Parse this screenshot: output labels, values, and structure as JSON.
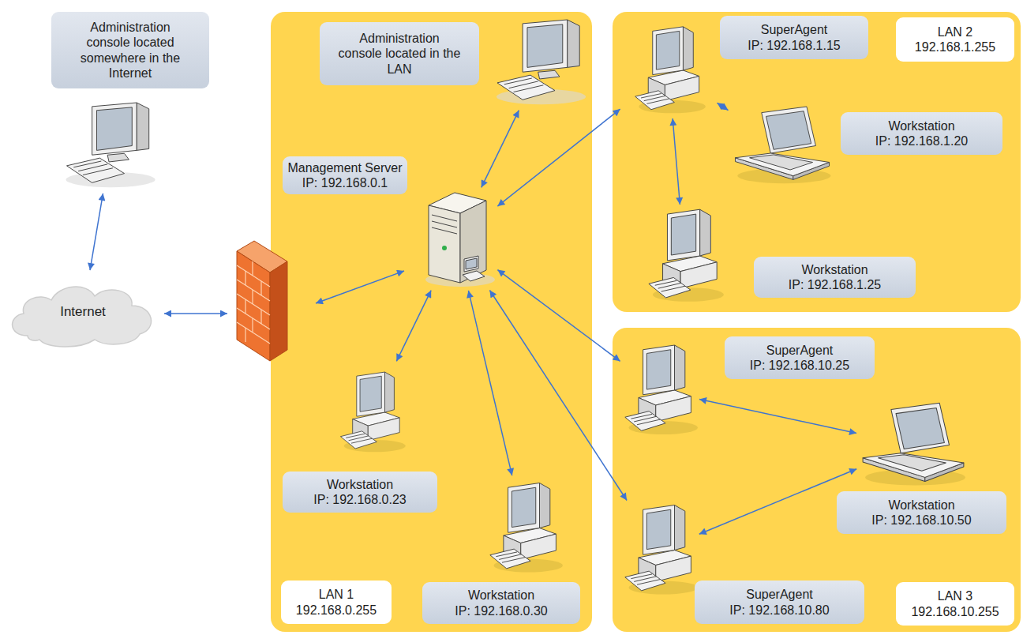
{
  "diagram": {
    "nodes": [
      {
        "text": [
          "LAN 1",
          "192.168.0.255"
        ]
      },
      {
        "text": [
          "LAN 2",
          "192.168.1.255"
        ]
      },
      {
        "text": [
          "LAN 3",
          "192.168.10.255"
        ]
      },
      {
        "text": [
          "Administration console located somewhere in the Internet"
        ]
      },
      {
        "text": [
          "Internet"
        ]
      },
      {
        "text": [
          "Administration console located in the LAN"
        ],
        "in": 0
      },
      {
        "text": [
          "Management Server",
          "IP: 192.168.0.1"
        ],
        "in": 0
      },
      {
        "text": [
          "Workstation",
          "IP: 192.168.0.23"
        ],
        "in": 0
      },
      {
        "text": [
          "Workstation",
          "IP: 192.168.0.30"
        ],
        "in": 0
      },
      {
        "text": [
          "SuperAgent",
          "IP: 192.168.1.15"
        ],
        "in": 1
      },
      {
        "text": [
          "Workstation",
          "IP: 192.168.1.20"
        ],
        "in": 1
      },
      {
        "text": [
          "Workstation",
          "IP: 192.168.1.25"
        ],
        "in": 1
      },
      {
        "text": [
          "SuperAgent",
          "IP: 192.168.10.25"
        ],
        "in": 2
      },
      {
        "text": [
          "Workstation",
          "IP: 192.168.10.50"
        ],
        "in": 2
      },
      {
        "text": [
          "SuperAgent",
          "IP: 192.168.10.80"
        ],
        "in": 2
      }
    ],
    "edges": [
      {
        "from": 3,
        "to": 4,
        "arrow": "both"
      },
      {
        "from": 6,
        "to": 5,
        "arrow": "both"
      },
      {
        "from": 6,
        "to": 9,
        "arrow": "both"
      },
      {
        "from": 6,
        "to": 7,
        "arrow": "both"
      },
      {
        "from": 6,
        "to": 8,
        "arrow": "both"
      },
      {
        "from": 6,
        "to": 12,
        "arrow": "both"
      },
      {
        "from": 6,
        "to": 14,
        "arrow": "both"
      },
      {
        "from": 9,
        "to": 10,
        "arrow": "both"
      },
      {
        "from": 9,
        "to": 11,
        "arrow": "both"
      },
      {
        "from": 12,
        "to": 13,
        "arrow": "both"
      },
      {
        "from": 14,
        "to": 13,
        "arrow": "both"
      }
    ]
  }
}
